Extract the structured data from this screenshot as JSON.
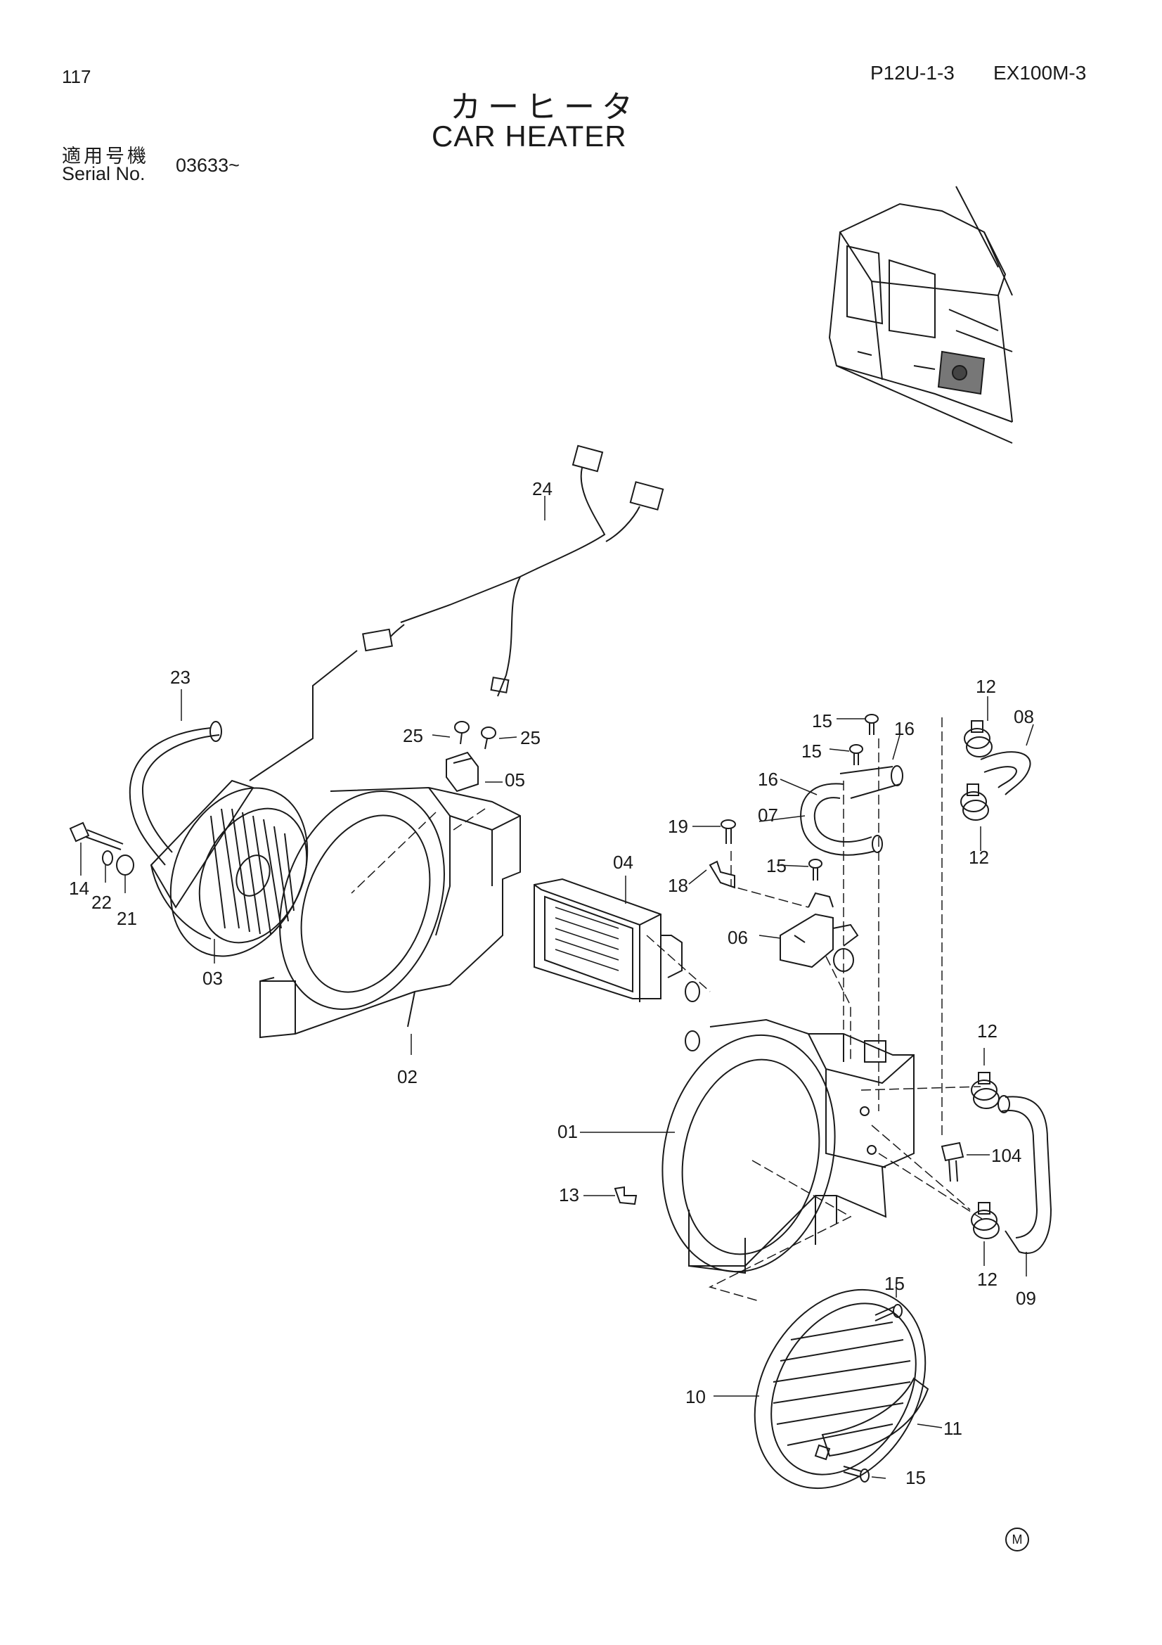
{
  "header": {
    "page_number": "117",
    "drawing_code": "P12U-1-3",
    "model": "EX100M-3",
    "title_jp": "カーヒータ",
    "title_en": "CAR HEATER",
    "serial_label_jp": "適用号機",
    "serial_label_en": "Serial No.",
    "serial_value": "03633~"
  },
  "callouts": [
    {
      "id": "label-24",
      "text": "24"
    },
    {
      "id": "label-23",
      "text": "23"
    },
    {
      "id": "label-25a",
      "text": "25"
    },
    {
      "id": "label-25b",
      "text": "25"
    },
    {
      "id": "label-05",
      "text": "05"
    },
    {
      "id": "label-14",
      "text": "14"
    },
    {
      "id": "label-22",
      "text": "22"
    },
    {
      "id": "label-21",
      "text": "21"
    },
    {
      "id": "label-03",
      "text": "03"
    },
    {
      "id": "label-02",
      "text": "02"
    },
    {
      "id": "label-04",
      "text": "04"
    },
    {
      "id": "label-19",
      "text": "19"
    },
    {
      "id": "label-18",
      "text": "18"
    },
    {
      "id": "label-15a",
      "text": "15"
    },
    {
      "id": "label-15b",
      "text": "15"
    },
    {
      "id": "label-15c",
      "text": "15"
    },
    {
      "id": "label-16a",
      "text": "16"
    },
    {
      "id": "label-16b",
      "text": "16"
    },
    {
      "id": "label-07",
      "text": "07"
    },
    {
      "id": "label-12a",
      "text": "12"
    },
    {
      "id": "label-08",
      "text": "08"
    },
    {
      "id": "label-12b",
      "text": "12"
    },
    {
      "id": "label-06",
      "text": "06"
    },
    {
      "id": "label-01",
      "text": "01"
    },
    {
      "id": "label-12c",
      "text": "12"
    },
    {
      "id": "label-104",
      "text": "104"
    },
    {
      "id": "label-13",
      "text": "13"
    },
    {
      "id": "label-12d",
      "text": "12"
    },
    {
      "id": "label-09",
      "text": "09"
    },
    {
      "id": "label-15d",
      "text": "15"
    },
    {
      "id": "label-10",
      "text": "10"
    },
    {
      "id": "label-11",
      "text": "11"
    },
    {
      "id": "label-15e",
      "text": "15"
    }
  ],
  "footer": {
    "mark": "M"
  }
}
